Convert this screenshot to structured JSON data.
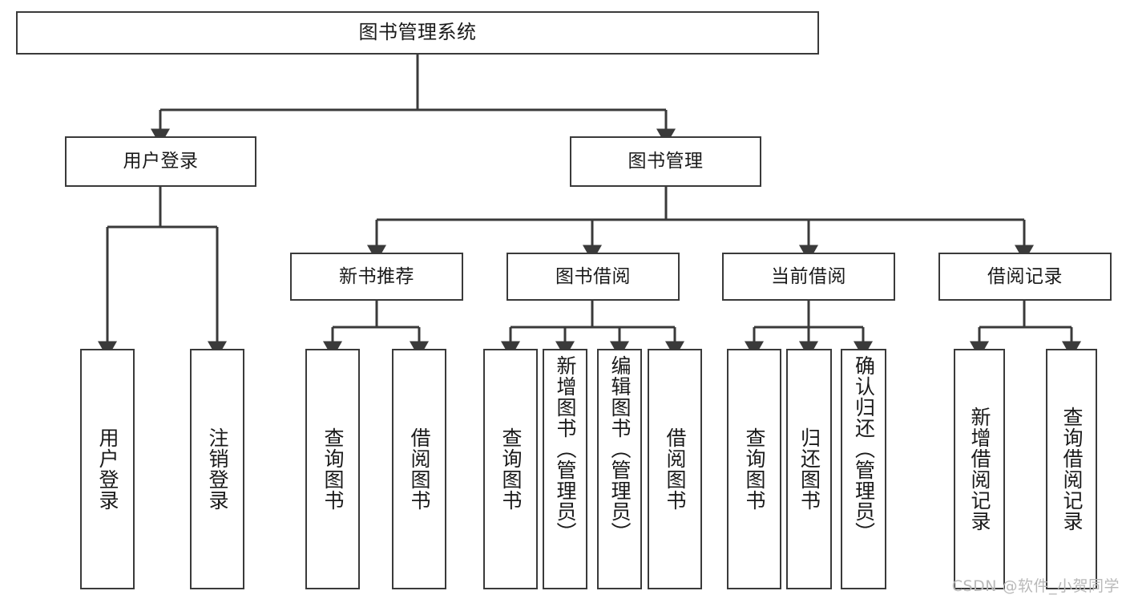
{
  "diagram": {
    "title": "图书管理系统",
    "type": "tree",
    "root": {
      "label": "图书管理系统"
    },
    "level2": [
      {
        "id": "user-login",
        "label": "用户登录"
      },
      {
        "id": "book-management",
        "label": "图书管理"
      }
    ],
    "level3": [
      {
        "id": "new-book-recommend",
        "label": "新书推荐",
        "parent": "book-management"
      },
      {
        "id": "book-borrow",
        "label": "图书借阅",
        "parent": "book-management"
      },
      {
        "id": "current-borrow",
        "label": "当前借阅",
        "parent": "book-management"
      },
      {
        "id": "borrow-record",
        "label": "借阅记录",
        "parent": "book-management"
      }
    ],
    "leaves": [
      {
        "id": "leaf-user-login",
        "label": "用户登录",
        "parent": "user-login"
      },
      {
        "id": "leaf-user-logout",
        "label": "注销登录",
        "parent": "user-login"
      },
      {
        "id": "leaf-query-book-1",
        "label": "查询图书",
        "parent": "new-book-recommend"
      },
      {
        "id": "leaf-borrow-book-1",
        "label": "借阅图书",
        "parent": "new-book-recommend"
      },
      {
        "id": "leaf-query-book-2",
        "label": "查询图书",
        "parent": "book-borrow"
      },
      {
        "id": "leaf-add-book",
        "label": "新增图书（管理员）",
        "parent": "book-borrow"
      },
      {
        "id": "leaf-edit-book",
        "label": "编辑图书（管理员）",
        "parent": "book-borrow"
      },
      {
        "id": "leaf-borrow-book-2",
        "label": "借阅图书",
        "parent": "book-borrow"
      },
      {
        "id": "leaf-query-book-3",
        "label": "查询图书",
        "parent": "current-borrow"
      },
      {
        "id": "leaf-return-book",
        "label": "归还图书",
        "parent": "current-borrow"
      },
      {
        "id": "leaf-confirm-return",
        "label": "确认归还（管理员）",
        "parent": "current-borrow"
      },
      {
        "id": "leaf-add-record",
        "label": "新增借阅记录",
        "parent": "borrow-record"
      },
      {
        "id": "leaf-query-record",
        "label": "查询借阅记录",
        "parent": "borrow-record"
      }
    ]
  },
  "watermark": {
    "text": "CSDN @软件_小贺同学"
  },
  "colors": {
    "stroke": "#3a3a3a",
    "text": "#1a1a1a",
    "background": "#ffffff",
    "watermark": "#b9b9b9"
  }
}
